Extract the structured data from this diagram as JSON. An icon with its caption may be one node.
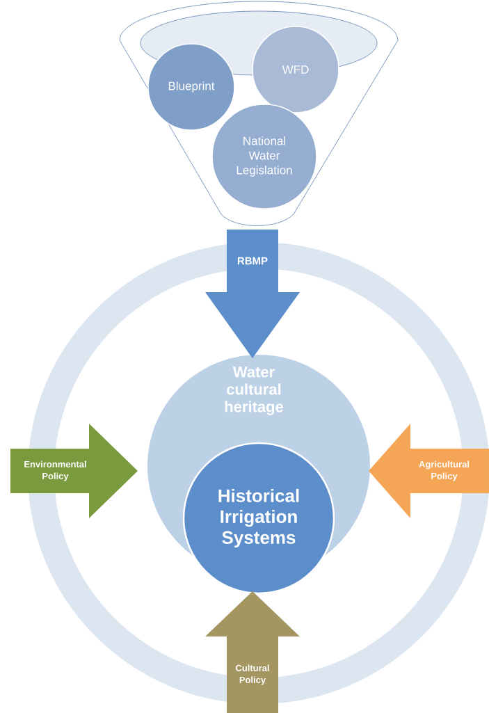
{
  "diagram": {
    "nodes": [
      {
        "text": [],
        "shape": "funnel"
      },
      {
        "text": [
          "Blueprint"
        ],
        "in": 0
      },
      {
        "text": [
          "WFD"
        ],
        "in": 0
      },
      {
        "text": [
          "National Water Legislation"
        ],
        "in": 0
      },
      {
        "text": [
          "RBMP"
        ]
      },
      {
        "text": [
          "Water cultural heritage"
        ]
      },
      {
        "text": [
          "Historical Irrigation Systems"
        ],
        "in": 5
      },
      {
        "text": [
          "Environmental Policy"
        ]
      },
      {
        "text": [
          "Agricultural Policy"
        ]
      },
      {
        "text": [
          "Cultural Policy"
        ]
      }
    ],
    "edges": []
  }
}
